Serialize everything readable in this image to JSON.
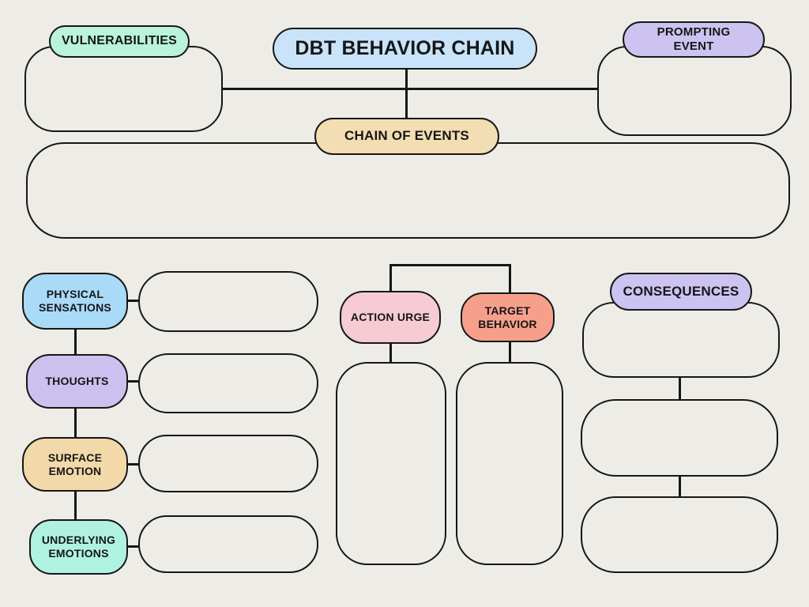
{
  "page": {
    "background": "#EDECE6",
    "line_color": "#161616",
    "text_color": "#161616"
  },
  "title": {
    "label": "DBT BEHAVIOR CHAIN",
    "color": "#C9E4FA"
  },
  "nodes": {
    "vulnerabilities": {
      "label": "VULNERABILITIES",
      "color": "#B9F3DB"
    },
    "prompting_event": {
      "label": "PROMPTING EVENT",
      "color": "#CDC3F1"
    },
    "chain_of_events": {
      "label": "CHAIN OF EVENTS",
      "color": "#F3DEB3"
    },
    "physical_sensations": {
      "label": "PHYSICAL SENSATIONS",
      "color": "#A9DAF7"
    },
    "thoughts": {
      "label": "THOUGHTS",
      "color": "#CCC1EE"
    },
    "surface_emotion": {
      "label": "SURFACE EMOTION",
      "color": "#F3D8A9"
    },
    "underlying_emotions": {
      "label": "UNDERLYING EMOTIONS",
      "color": "#AFF2E0"
    },
    "action_urge": {
      "label": "ACTION URGE",
      "color": "#F6CBD3"
    },
    "target_behavior": {
      "label": "TARGET BEHAVIOR",
      "color": "#F6A08C"
    },
    "consequences": {
      "label": "CONSEQUENCES",
      "color": "#CDC3F1"
    }
  }
}
